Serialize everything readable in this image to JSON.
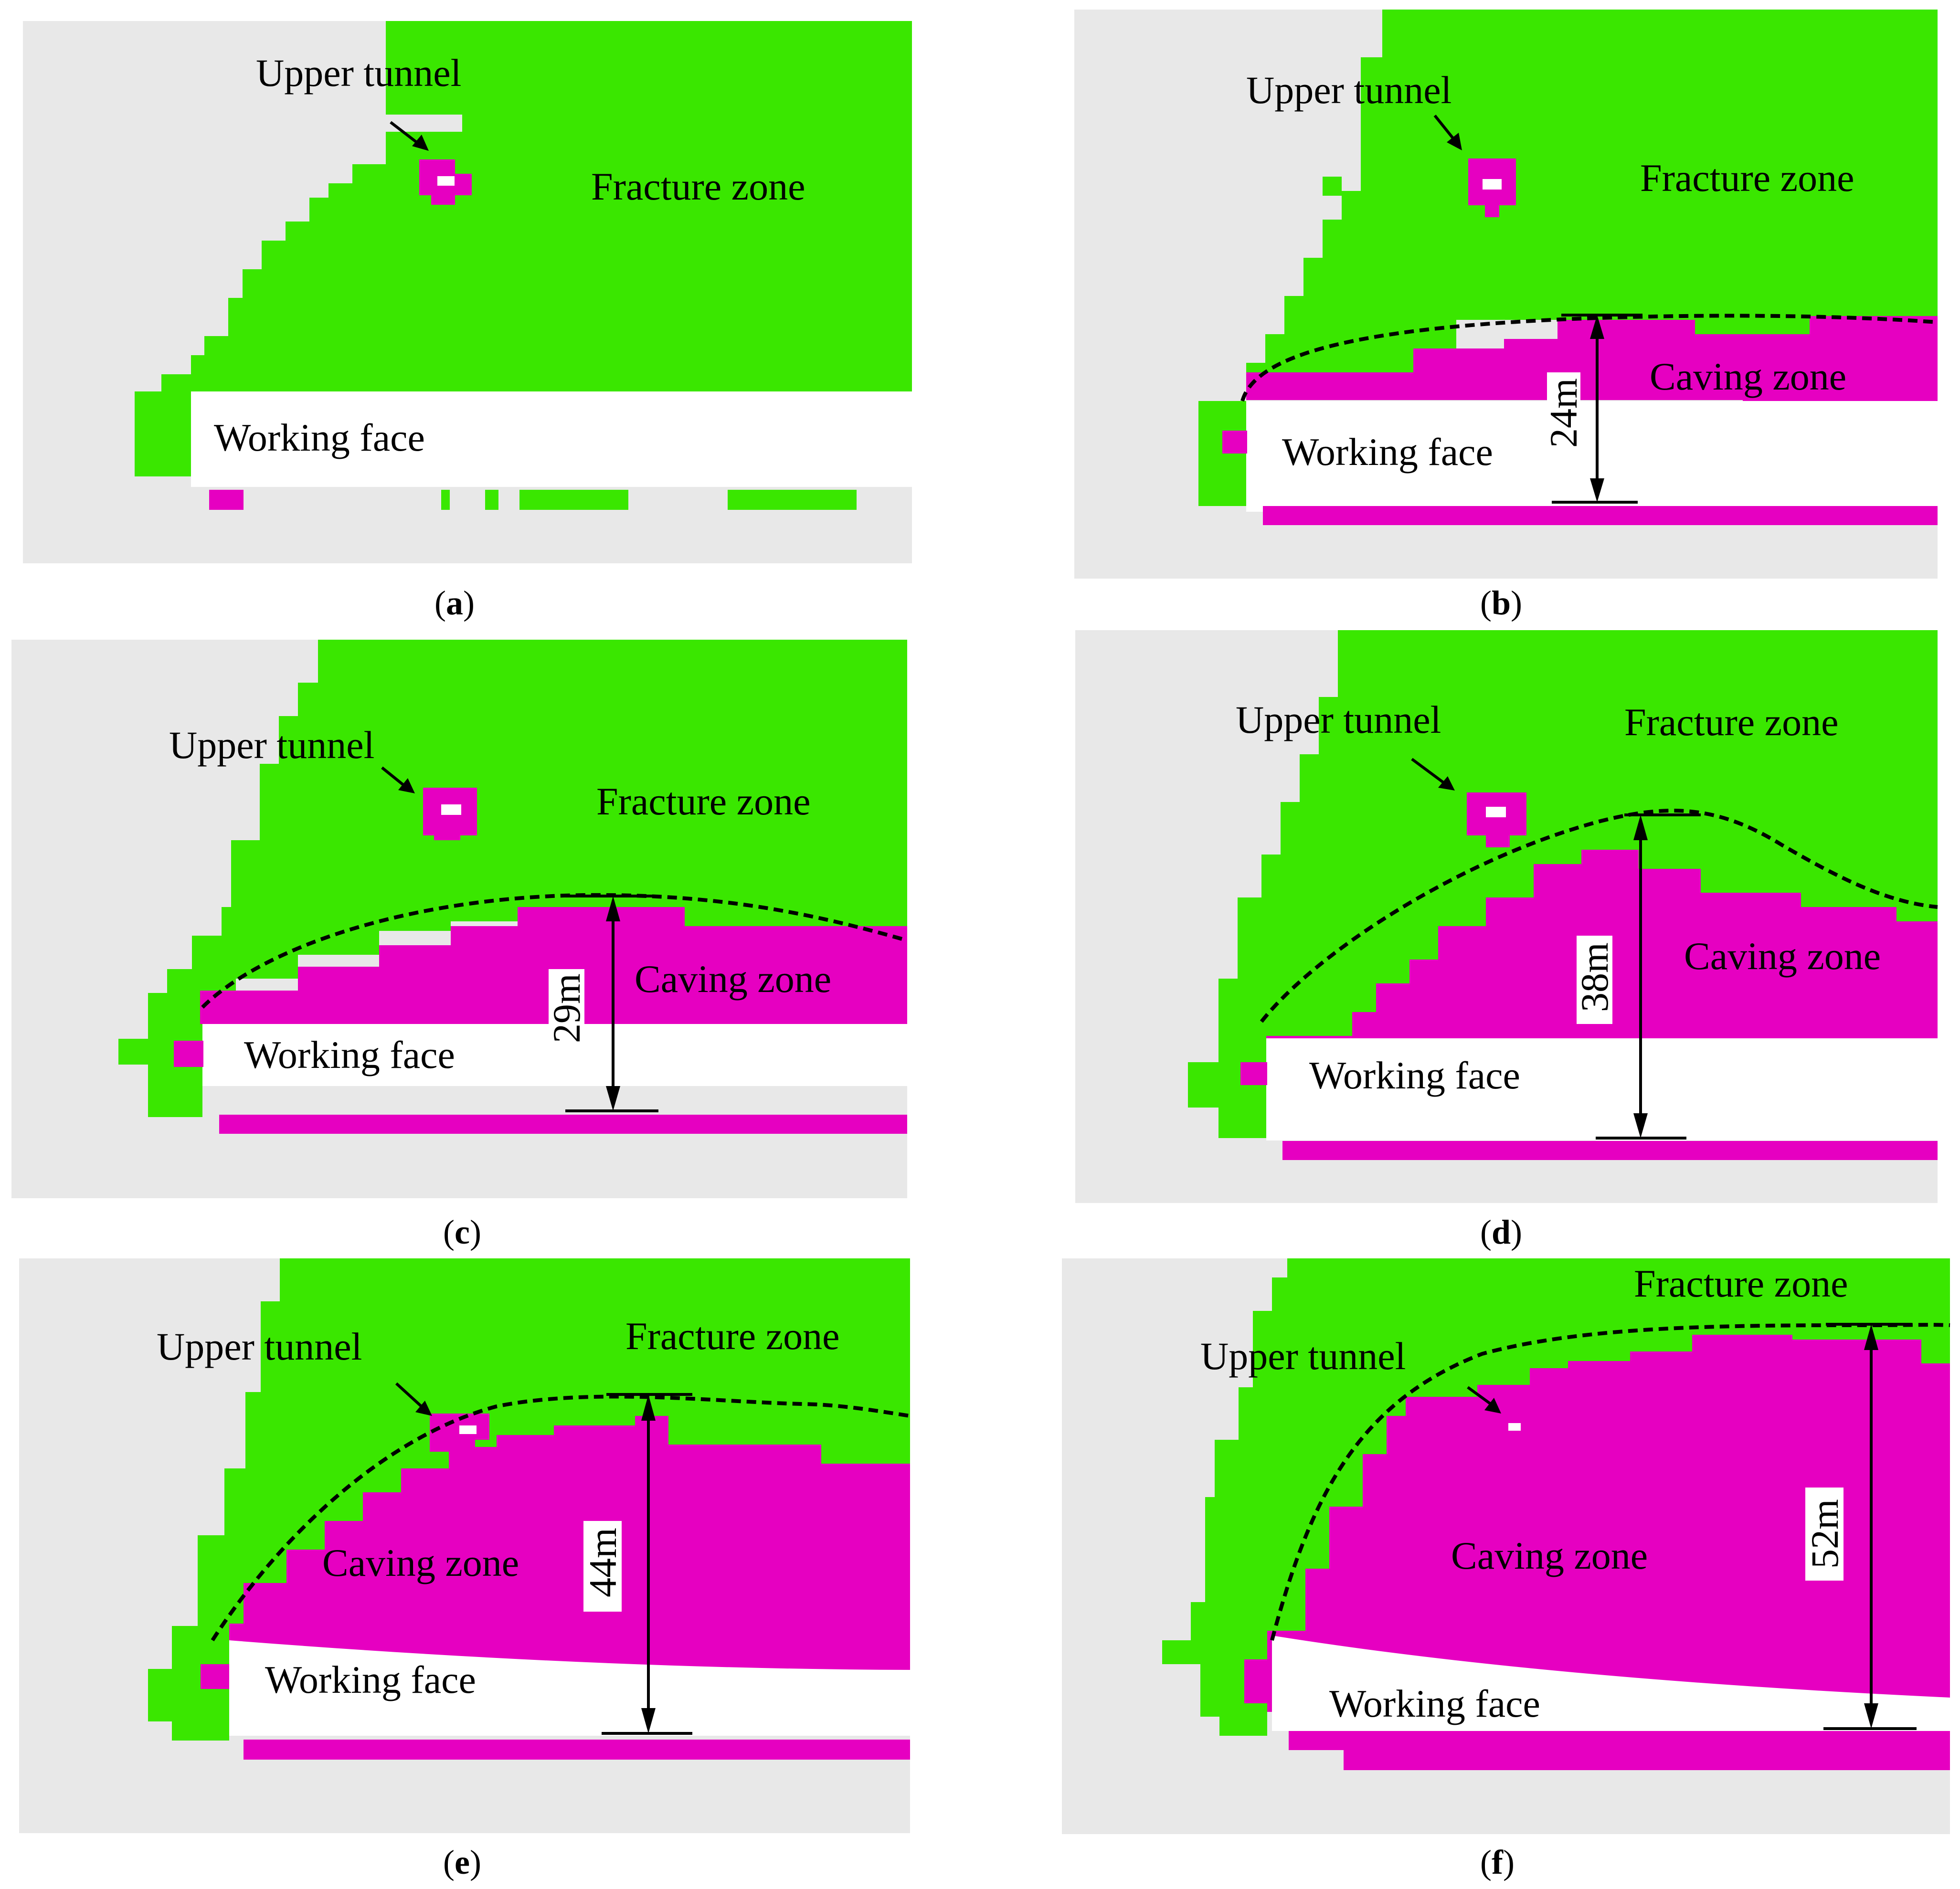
{
  "colors": {
    "background": "#e8e8e8",
    "fracture": "#3ae700",
    "caving": "#e600c1",
    "working": "#ffffff",
    "line": "#000000"
  },
  "labels": {
    "upper_tunnel": "Upper tunnel",
    "fracture_zone": "Fracture zone",
    "caving_zone": "Caving zone",
    "working_face": "Working face"
  },
  "panels": [
    {
      "id": "a",
      "caption": "a",
      "caving_height": null,
      "caving_height_label": ""
    },
    {
      "id": "b",
      "caption": "b",
      "caving_height": 24,
      "caving_height_label": "24m"
    },
    {
      "id": "c",
      "caption": "c",
      "caving_height": 29,
      "caving_height_label": "29m"
    },
    {
      "id": "d",
      "caption": "d",
      "caving_height": 38,
      "caving_height_label": "38m"
    },
    {
      "id": "e",
      "caption": "e",
      "caving_height": 44,
      "caving_height_label": "44m"
    },
    {
      "id": "f",
      "caption": "f",
      "caving_height": 52,
      "caving_height_label": "52m"
    }
  ]
}
